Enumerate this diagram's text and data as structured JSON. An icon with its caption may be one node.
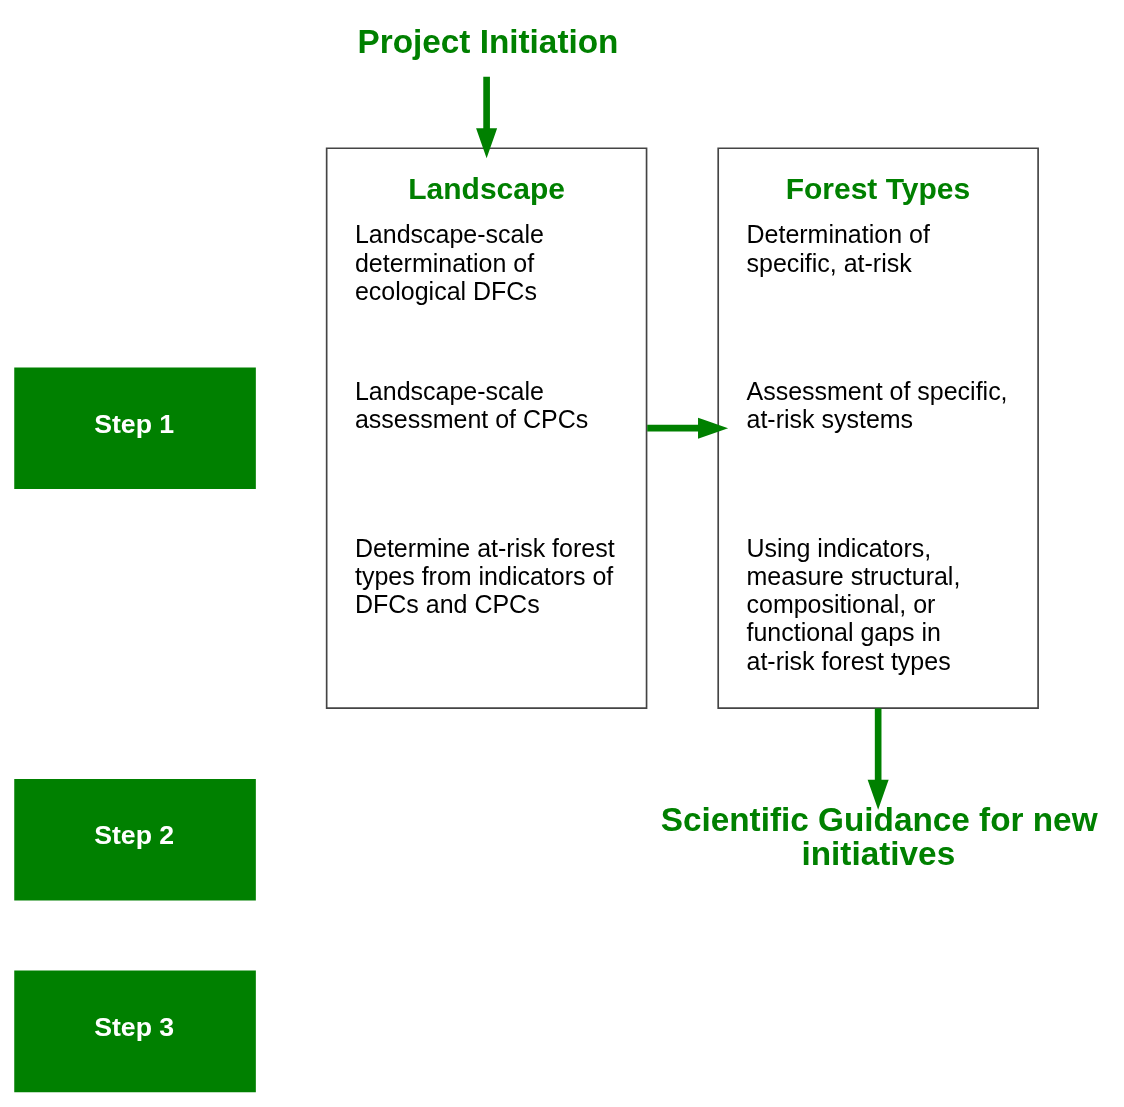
{
  "diagram": {
    "nodes": [
      {
        "text": [
          "Project Initiation"
        ]
      },
      {
        "text": [
          "Step 1"
        ]
      },
      {
        "text": [
          "Step 2"
        ]
      },
      {
        "text": [
          "Step 3"
        ]
      },
      {
        "text": [
          "Landscape",
          "Landscape-scale determination of ecological DFCs",
          "Landscape-scale assessment of CPCs",
          "Determine at-risk forest types from indicators of DFCs and CPCs"
        ]
      },
      {
        "text": [
          "Forest Types",
          "Determination of specific, at-risk",
          "Assessment of specific, at-risk systems",
          "Using indicators, measure structural, compositional, or functional gaps in at-risk forest types"
        ]
      },
      {
        "text": [
          "Scientific Guidance for new initiatives"
        ]
      }
    ],
    "edges": [
      {
        "from": 0,
        "to": 4,
        "arrow": "to"
      },
      {
        "from": 4,
        "to": 5,
        "arrow": "to"
      },
      {
        "from": 5,
        "to": 6,
        "arrow": "to"
      }
    ]
  }
}
